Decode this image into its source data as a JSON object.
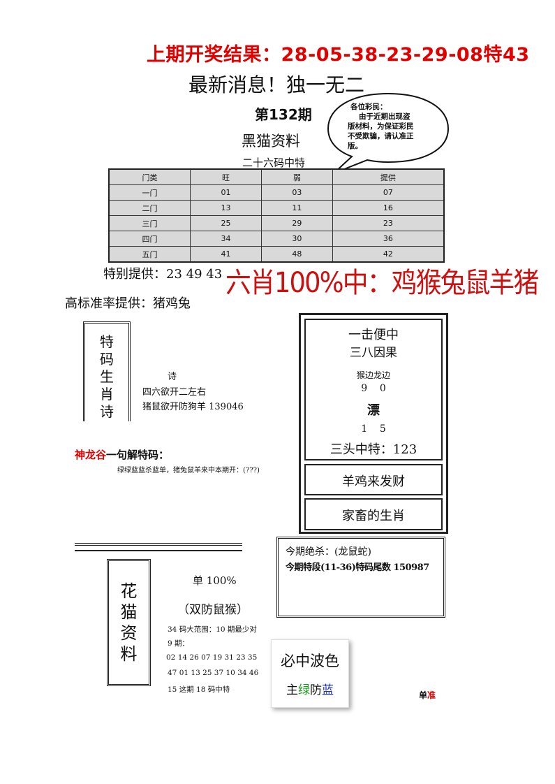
{
  "headline": "上期开奖结果：28-05-38-23-29-08特43",
  "news": "最新消息！独一无二",
  "issue": "第132期",
  "heimao_title": "黑猫资料",
  "ershiliu": "二十六码中特",
  "bubble_lines": [
    "各位彩民：",
    "由于近期出现盗",
    "版材料，为保证彩民",
    "不受欺骗，请认准正",
    "版。"
  ],
  "table": {
    "headers": [
      "门类",
      "旺",
      "弱",
      "提供"
    ],
    "rows": [
      [
        "一门",
        "01",
        "03",
        "07"
      ],
      [
        "二门",
        "13",
        "11",
        "16"
      ],
      [
        "三门",
        "25",
        "29",
        "23"
      ],
      [
        "四门",
        "34",
        "30",
        "36"
      ],
      [
        "五门",
        "41",
        "48",
        "42"
      ]
    ]
  },
  "special_offer": "特别提供：23 49 43",
  "six_xiao": "六肖100%中：鸡猴兔鼠羊猪",
  "gaobiao": "高标准率提供：猪鸡兔",
  "tema_chars": [
    "特",
    "码",
    "生",
    "肖",
    "诗"
  ],
  "poem": {
    "title": "诗",
    "line1": "四六欲开二左右",
    "line2": "猪鼠欲开防狗羊 139046"
  },
  "shenlong": {
    "red": "神龙谷",
    "black": "一句解特码："
  },
  "jieyu": "绿绿蓝蓝杀蓝单，猪兔鼠羊来中本期开：(???)",
  "right_box": {
    "yiji": "一击便中",
    "sanba": "三八因果",
    "houbian": "猴边龙边",
    "digits1": "9    0",
    "piao": "漂",
    "digits2": "1    5",
    "santou": "三头中特：123",
    "yangji": "羊鸡来发财",
    "jiaxu": "家畜的生肖"
  },
  "jueshi": {
    "line1": "今期绝杀：(龙鼠蛇)",
    "line2": "今期特段(11-36)特码尾数 150987"
  },
  "huamao_chars": [
    "花",
    "猫",
    "资",
    "料"
  ],
  "dan100": "单 100%",
  "shuangfang": "（双防鼠猴）",
  "range1": "34 码大范围：10 期最少对",
  "range2": "9 期：",
  "nums1": "02 14 26 07 19 31 23 35",
  "nums2": "47 01 13 25 37 10 34 46",
  "nums3": "15 这期 18 码中特",
  "bose": {
    "title": "必中波色",
    "zhu": "主",
    "lv": "绿",
    "fang": "防",
    "lan": "蓝"
  },
  "dan_zhun": {
    "dan": "单",
    "zhun": "准"
  },
  "colors": {
    "red": "#e00000",
    "green": "#1a9a1a",
    "blue": "#1a2fc8"
  }
}
